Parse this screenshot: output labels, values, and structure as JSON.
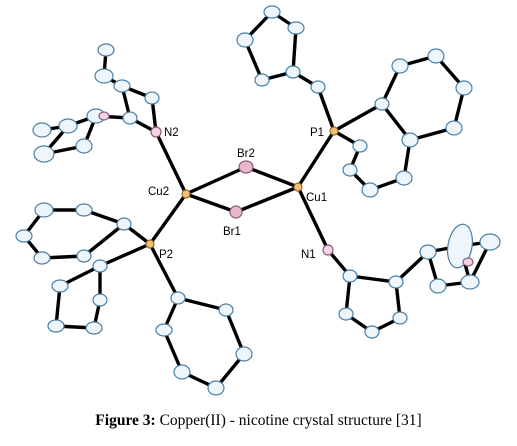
{
  "atom_labels": {
    "N2": "N2",
    "Br2": "Br2",
    "P1": "P1",
    "Cu2": "Cu2",
    "Cu1": "Cu1",
    "Br1": "Br1",
    "N1": "N1",
    "P2": "P2"
  },
  "caption": {
    "prefix": "Figure 3:",
    "text": " Copper(II) - nicotine crystal structure [31]"
  },
  "colors": {
    "bond": "#000000",
    "ellipsoid_stroke": "#4a7fa6",
    "ellipsoid_fill": "#eef6fb",
    "copper": "#f3c17a",
    "phosphorus": "#f0c070",
    "nitrogen": "#f4d3e6",
    "bromine": "#e7b7cb"
  }
}
